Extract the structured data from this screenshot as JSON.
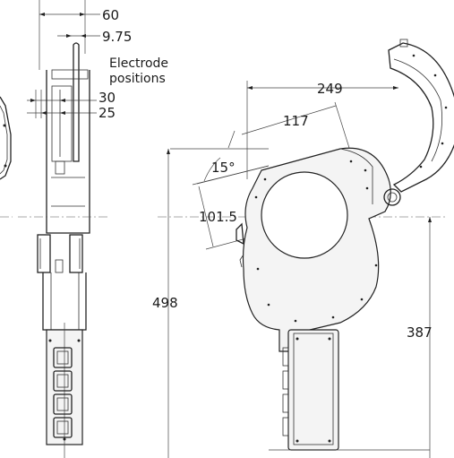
{
  "side_view": {
    "dim_overall_width": "60",
    "dim_tip_width": "9.75",
    "electrode_label_line1": "Electrode",
    "electrode_label_line2": "positions",
    "dim_electrode_a": "30",
    "dim_electrode_b": "25"
  },
  "front_view": {
    "dim_total_height": "498",
    "dim_center_height": "387",
    "dim_opening_span": "249",
    "dim_jaw_offset": "117",
    "dim_angle": "15°",
    "dim_jaw_width": "101.5"
  }
}
